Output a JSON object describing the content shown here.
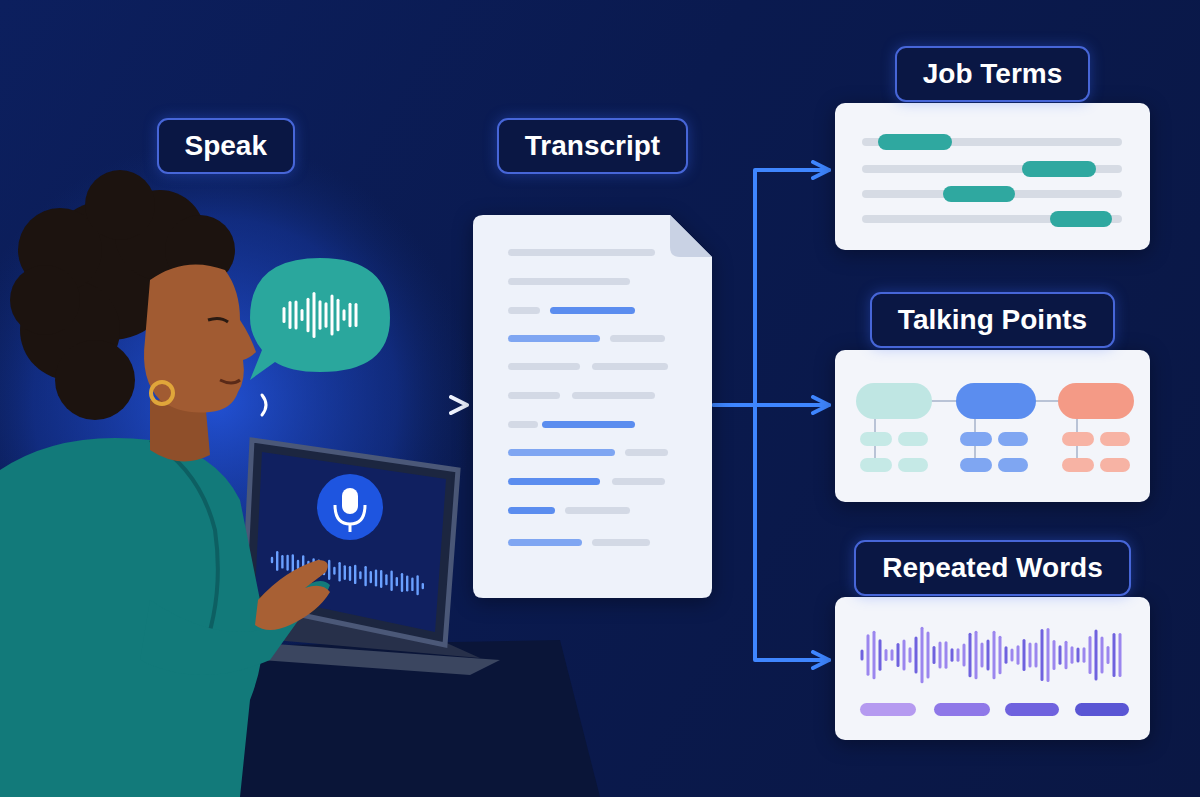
{
  "diagram": {
    "nodes": [
      {
        "text": [
          "Speak"
        ]
      },
      {
        "text": [
          "Transcript"
        ]
      },
      {
        "text": [
          "Job Terms"
        ]
      },
      {
        "text": [
          "Talking Points"
        ]
      },
      {
        "text": [
          "Repeated Words"
        ]
      }
    ],
    "edges": [
      {
        "from": 0,
        "to": 1,
        "arrow": "to"
      },
      {
        "from": 1,
        "to": 2,
        "arrow": "to"
      },
      {
        "from": 1,
        "to": 3,
        "arrow": "to"
      },
      {
        "from": 1,
        "to": 4,
        "arrow": "to"
      }
    ]
  }
}
